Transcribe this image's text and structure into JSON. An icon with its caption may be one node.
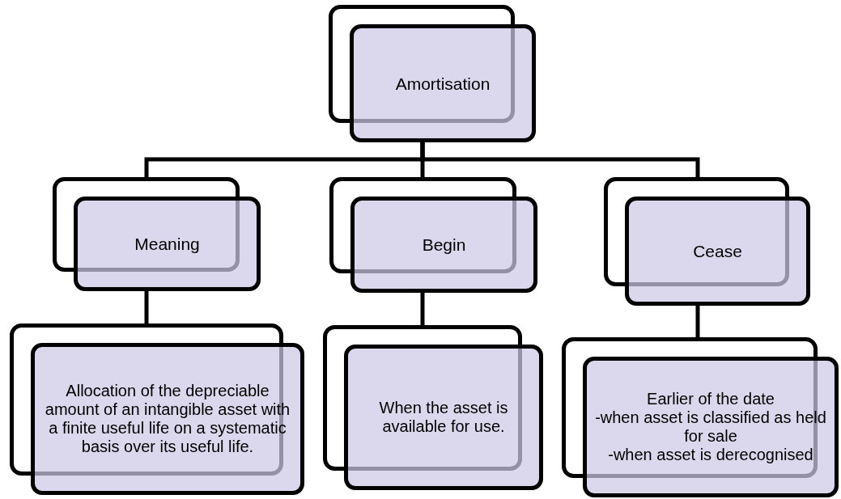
{
  "diagram": {
    "nodes": [
      {
        "text": [
          "Amortisation"
        ]
      },
      {
        "text": [
          "Meaning"
        ]
      },
      {
        "text": [
          "Begin"
        ]
      },
      {
        "text": [
          "Cease"
        ]
      },
      {
        "text": [
          "Allocation of the depreciable amount of an intangible asset with a finite useful life on a systematic basis over its useful life."
        ]
      },
      {
        "text": [
          "When the asset is available for use."
        ]
      },
      {
        "text": [
          "Earlier of the date",
          "-when asset is classified as held for sale",
          "-when asset is derecognised"
        ]
      }
    ],
    "edges": [
      {
        "from": 0,
        "to": 1,
        "arrow": "none"
      },
      {
        "from": 0,
        "to": 2,
        "arrow": "none"
      },
      {
        "from": 0,
        "to": 3,
        "arrow": "none"
      },
      {
        "from": 1,
        "to": 4,
        "arrow": "none"
      },
      {
        "from": 2,
        "to": 5,
        "arrow": "none"
      },
      {
        "from": 3,
        "to": 6,
        "arrow": "none"
      }
    ]
  }
}
